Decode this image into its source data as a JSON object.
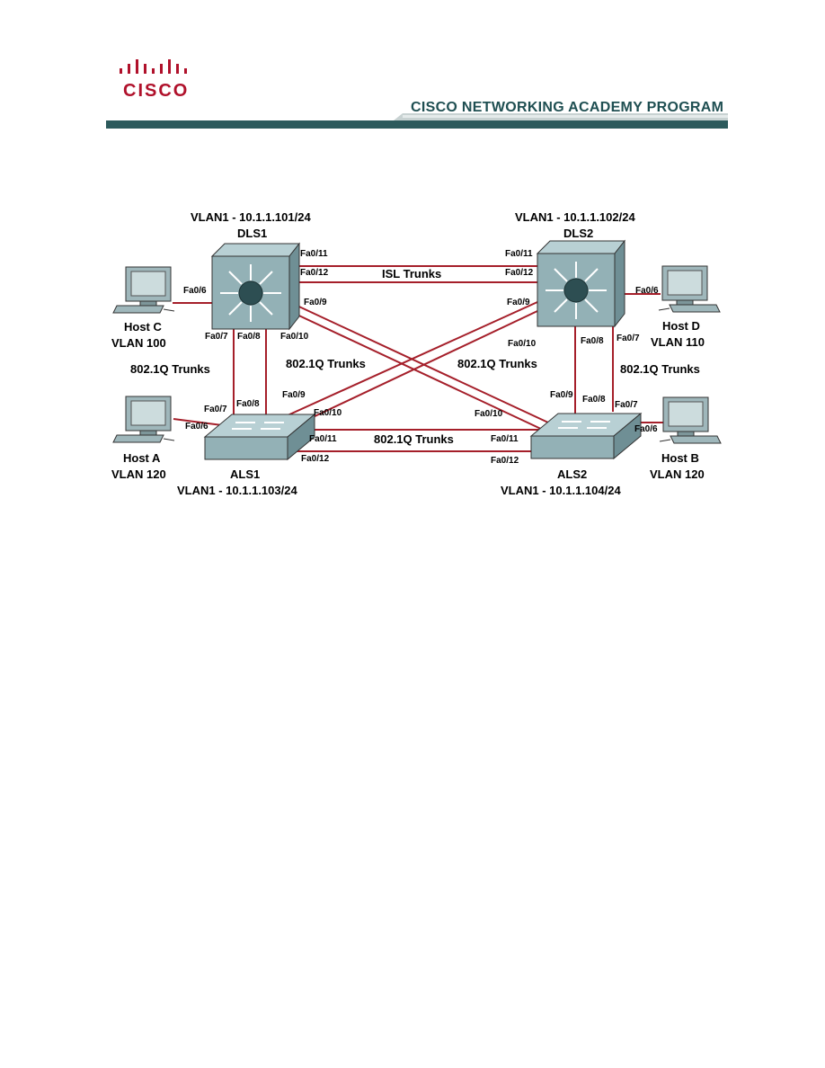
{
  "header": {
    "logo_text": "CISCO",
    "program_title": "CISCO NETWORKING ACADEMY PROGRAM",
    "colors": {
      "brand": "#b0112b",
      "band": "#2c5a5c",
      "link": "#a51f2a"
    }
  },
  "devices": {
    "dls1": {
      "name": "DLS1",
      "ip": "VLAN1 - 10.1.1.101/24"
    },
    "dls2": {
      "name": "DLS2",
      "ip": "VLAN1 - 10.1.1.102/24"
    },
    "als1": {
      "name": "ALS1",
      "ip": "VLAN1 - 10.1.1.103/24"
    },
    "als2": {
      "name": "ALS2",
      "ip": "VLAN1 - 10.1.1.104/24"
    },
    "host_a": {
      "name": "Host A",
      "vlan": "VLAN 120"
    },
    "host_b": {
      "name": "Host B",
      "vlan": "VLAN 120"
    },
    "host_c": {
      "name": "Host C",
      "vlan": "VLAN 100"
    },
    "host_d": {
      "name": "Host D",
      "vlan": "VLAN 110"
    }
  },
  "trunks": {
    "isl": "ISL Trunks",
    "dot1q_left": "802.1Q Trunks",
    "dot1q_right": "802.1Q Trunks",
    "dot1q_cross_left": "802.1Q Trunks",
    "dot1q_cross_right": "802.1Q Trunks",
    "dot1q_bottom": "802.1Q Trunks"
  },
  "ports": {
    "dls1_fa011": "Fa0/11",
    "dls1_fa012": "Fa0/12",
    "dls1_fa06": "Fa0/6",
    "dls1_fa09": "Fa0/9",
    "dls1_fa07": "Fa0/7",
    "dls1_fa08": "Fa0/8",
    "dls1_fa010": "Fa0/10",
    "dls2_fa011": "Fa0/11",
    "dls2_fa012": "Fa0/12",
    "dls2_fa09": "Fa0/9",
    "dls2_fa06": "Fa0/6",
    "dls2_fa010": "Fa0/10",
    "dls2_fa08": "Fa0/8",
    "dls2_fa07": "Fa0/7",
    "als1_fa07": "Fa0/7",
    "als1_fa08": "Fa0/8",
    "als1_fa06": "Fa0/6",
    "als1_fa09": "Fa0/9",
    "als1_fa010": "Fa0/10",
    "als1_fa011": "Fa0/11",
    "als1_fa012": "Fa0/12",
    "als2_fa09": "Fa0/9",
    "als2_fa08": "Fa0/8",
    "als2_fa07": "Fa0/7",
    "als2_fa010": "Fa0/10",
    "als2_fa06": "Fa0/6",
    "als2_fa011": "Fa0/11",
    "als2_fa012": "Fa0/12"
  }
}
